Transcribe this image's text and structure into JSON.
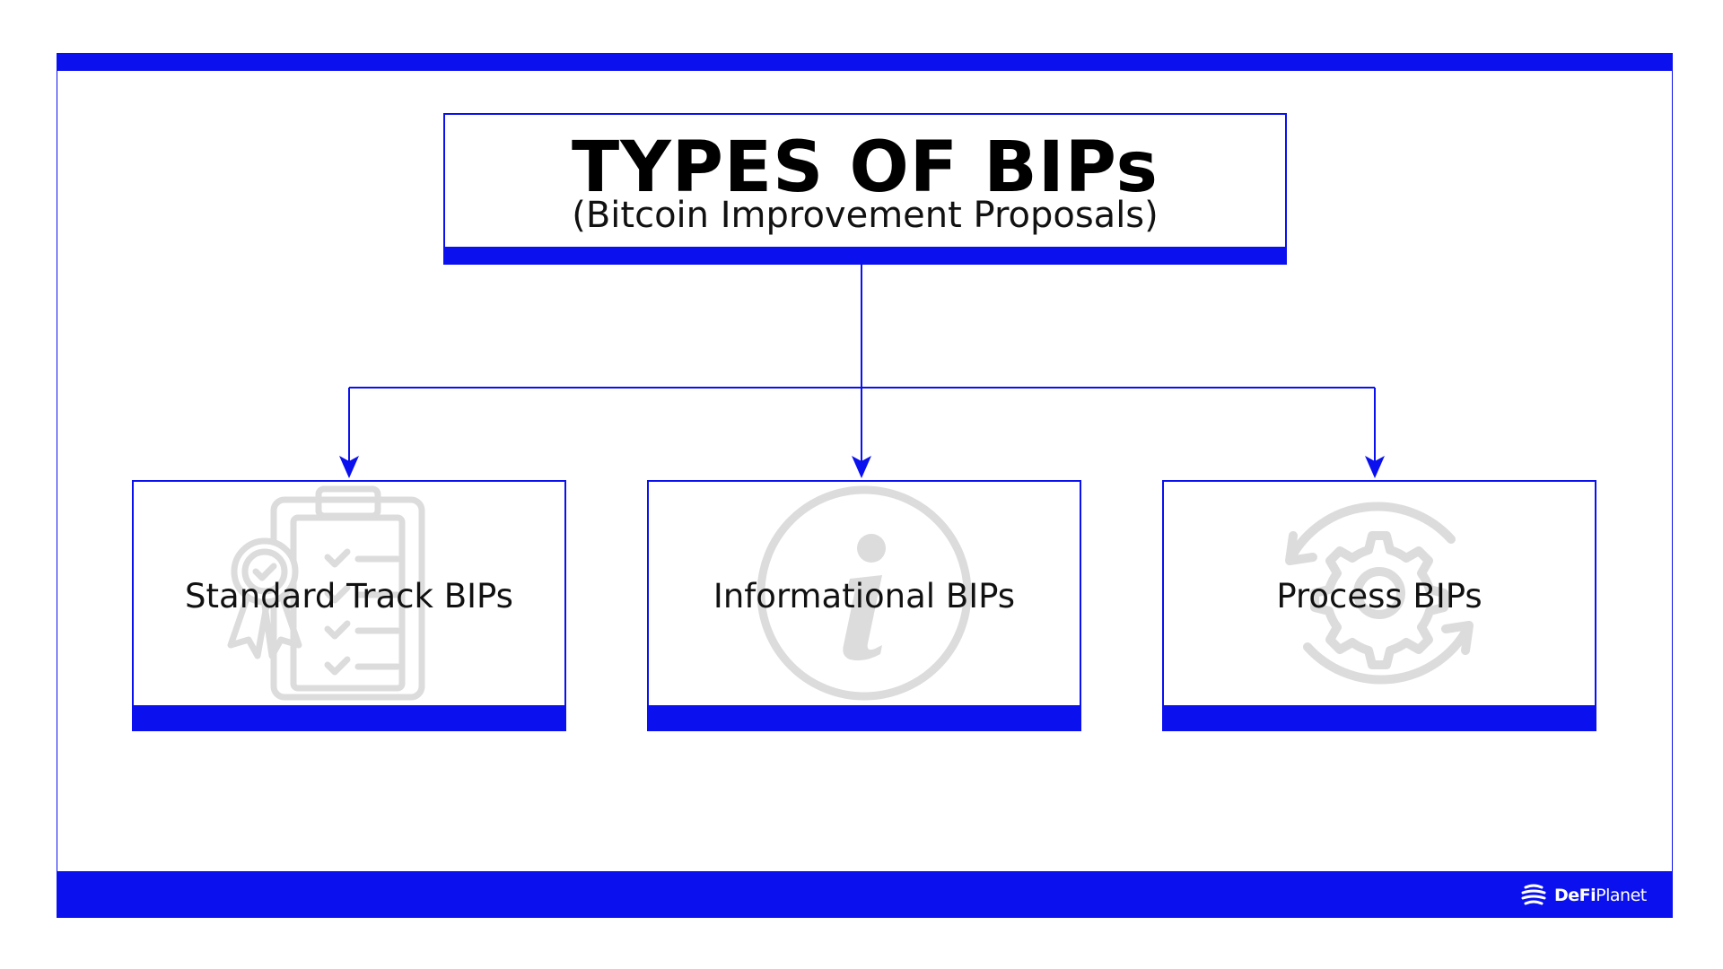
{
  "header": {
    "title": "TYPES OF BIPs",
    "subtitle": "(Bitcoin Improvement Proposals)"
  },
  "nodes": [
    {
      "label": "Standard Track BIPs",
      "icon": "certificate-checklist-icon"
    },
    {
      "label": "Informational BIPs",
      "icon": "info-icon"
    },
    {
      "label": "Process BIPs",
      "icon": "gear-cycle-icon"
    }
  ],
  "brand": {
    "logo_word_1": "DeFi",
    "logo_word_2": "Planet"
  },
  "colors": {
    "accent": "#0a10ee",
    "watermark": "#dcdcdc",
    "text": "#111111"
  }
}
